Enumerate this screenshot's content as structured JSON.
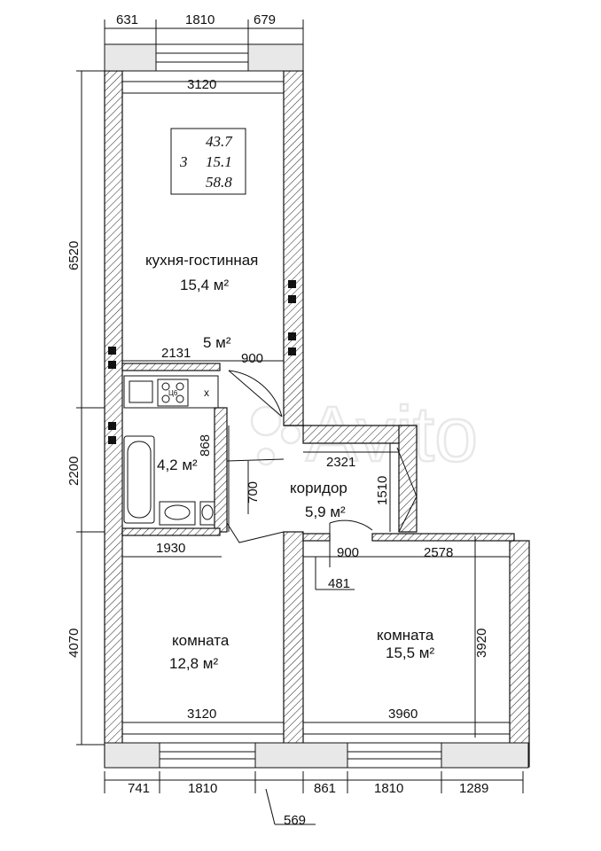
{
  "dimensions": {
    "top_window_left": "631",
    "top_window": "1810",
    "top_window_right": "679",
    "kitchen_width": "3120",
    "kitchen_height": "6520",
    "bath_height": "2200",
    "bedroom_left_height": "4070",
    "bedroom_right_height": "3920",
    "kitchen_bottom": "2131",
    "kitchen_door": "900",
    "bath_wall": "868",
    "bath_door": "700",
    "corridor_width": "2321",
    "corridor_depth": "1510",
    "bath_bottom": "1930",
    "corridor_door": "900",
    "bedroom_right_top": "2578",
    "offset": "481",
    "bedroom_left_bottom": "3120",
    "bedroom_right_bottom": "3960",
    "bottom_left_margin": "741",
    "bottom_left_window": "1810",
    "bottom_mid": "569",
    "bottom_right_margin": "861",
    "bottom_right_window": "1810",
    "bottom_right_end": "1289"
  },
  "rooms": {
    "kitchen_living": {
      "name": "кухня-гостинная",
      "area": "15,4 м²"
    },
    "kitchen_zone": {
      "area": "5 м²"
    },
    "bathroom": {
      "area": "4,2 м²"
    },
    "corridor": {
      "name": "коридор",
      "area": "5,9 м²"
    },
    "bedroom_left": {
      "name": "комната",
      "area": "12,8 м²"
    },
    "bedroom_right": {
      "name": "комната",
      "area": "15,5 м²"
    }
  },
  "summary_box": {
    "living": "43.7",
    "rooms": "3",
    "kitchen": "15.1",
    "total": "58.8"
  },
  "fixtures": {
    "stove_label": "Ц6",
    "sink_mark": "x"
  },
  "watermark": "Avito"
}
